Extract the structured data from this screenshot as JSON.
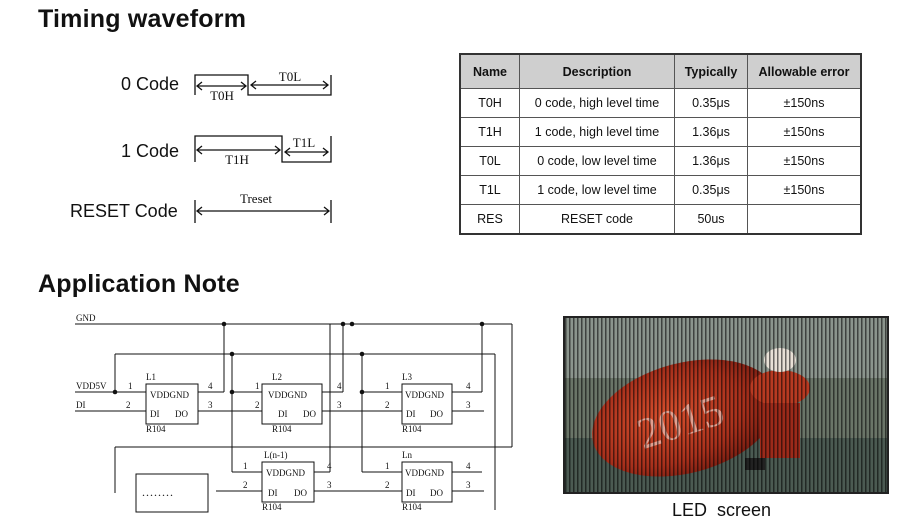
{
  "timing": {
    "title": "Timing waveform",
    "zero_code": {
      "label": "0 Code",
      "high": "T0H",
      "low": "T0L"
    },
    "one_code": {
      "label": "1 Code",
      "high": "T1H",
      "low": "T1L"
    },
    "reset_code": {
      "label": "RESET Code",
      "name": "Treset"
    }
  },
  "table": {
    "headers": [
      "Name",
      "Description",
      "Typically",
      "Allowable error"
    ],
    "rows": [
      [
        "T0H",
        "0 code, high level time",
        "0.35μs",
        "±150ns"
      ],
      [
        "T1H",
        "1 code, high level time",
        "1.36μs",
        "±150ns"
      ],
      [
        "T0L",
        "0 code, low level time",
        "1.36μs",
        "±150ns"
      ],
      [
        "T1L",
        "1 code, low level time",
        "0.35μs",
        "±150ns"
      ],
      [
        "RES",
        "RESET code",
        "50us",
        ""
      ]
    ]
  },
  "application": {
    "title": "Application Note",
    "gnd": "GND",
    "vdd": "VDD5V",
    "di": "DI",
    "chip_pins": "VDDGND",
    "pin_di": "DI",
    "pin_do": "DO",
    "resistor": "R104",
    "chips": [
      "L1",
      "L2",
      "L3",
      "L(n-1)",
      "Ln"
    ],
    "pin_numbers": [
      "1",
      "2",
      "3",
      "4"
    ],
    "ellipsis": "........",
    "led_caption": "LED  screen",
    "led_image_text": "2015"
  }
}
